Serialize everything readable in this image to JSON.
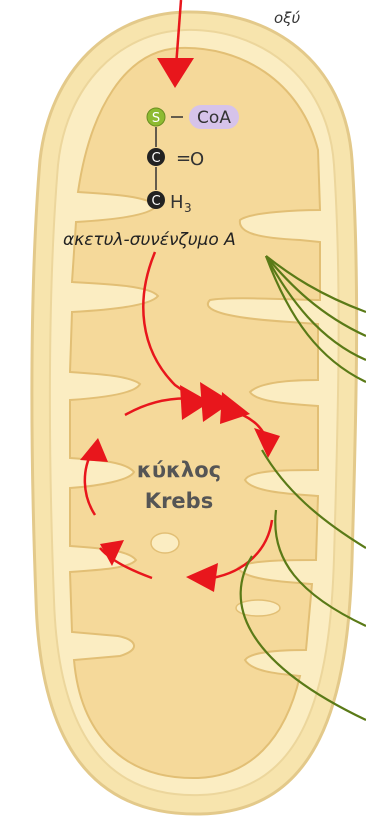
{
  "labels": {
    "top_fragment": "οξύ",
    "acetyl_coa": "ακετυλ-συνένζυμο A",
    "krebs_line1": "κύκλος",
    "krebs_line2": "Krebs"
  },
  "molecule": {
    "sulfur": "S",
    "dash1": "–",
    "coa": "CoA",
    "carbon1": "C",
    "double_bond": "=",
    "oxygen": "O",
    "carbon2": "C",
    "h": "H",
    "subscript3": "3"
  },
  "colors": {
    "outer_membrane": "#f7e4ad",
    "outer_stroke": "#e3c98a",
    "inner_space": "#fbedc2",
    "matrix": "#f5d99a",
    "matrix_stroke": "#e2bf75",
    "arrow_red": "#e8161c",
    "green_lines": "#5a7a17",
    "sulfur_fill": "#8dbb31",
    "coa_fill": "#d6c3ea",
    "text": "#333333"
  }
}
